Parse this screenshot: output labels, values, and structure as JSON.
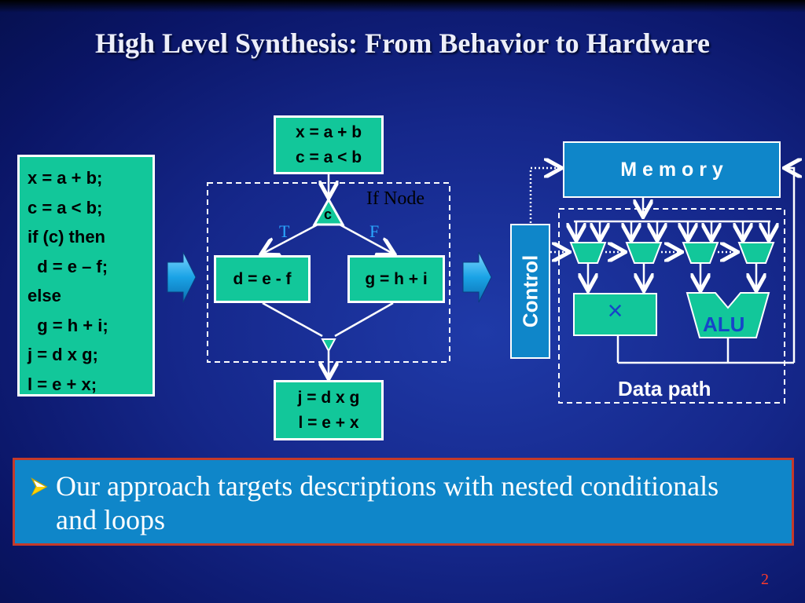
{
  "title": "High Level Synthesis: From Behavior to Hardware",
  "code": {
    "lines": [
      "x = a + b;",
      "c = a < b;",
      "if (c) then",
      "  d = e – f;",
      "else",
      "  g = h + i;",
      "j = d x g;",
      "l = e + x;"
    ]
  },
  "cdfg": {
    "top_node": [
      "x = a + b",
      "c = a < b"
    ],
    "if_node_label": "If Node",
    "condition": "c",
    "true_label": "T",
    "false_label": "F",
    "true_node": "d = e - f",
    "false_node": "g = h + i",
    "bottom_node": [
      "j = d x g",
      "l = e + x"
    ]
  },
  "hardware": {
    "memory_label": "M e m o r y",
    "control_label": "Control",
    "multiplier_symbol": "×",
    "alu_label": "ALU",
    "datapath_label": "Data path"
  },
  "bullet": {
    "text": "Our approach targets descriptions with nested conditionals and loops"
  },
  "page_number": "2",
  "colors": {
    "node_fill": "#12c79a",
    "box_blue": "#0f86c9",
    "alu_text": "#1646c8",
    "tf_label": "#2aa8ff",
    "border_red": "#c43a2a"
  }
}
